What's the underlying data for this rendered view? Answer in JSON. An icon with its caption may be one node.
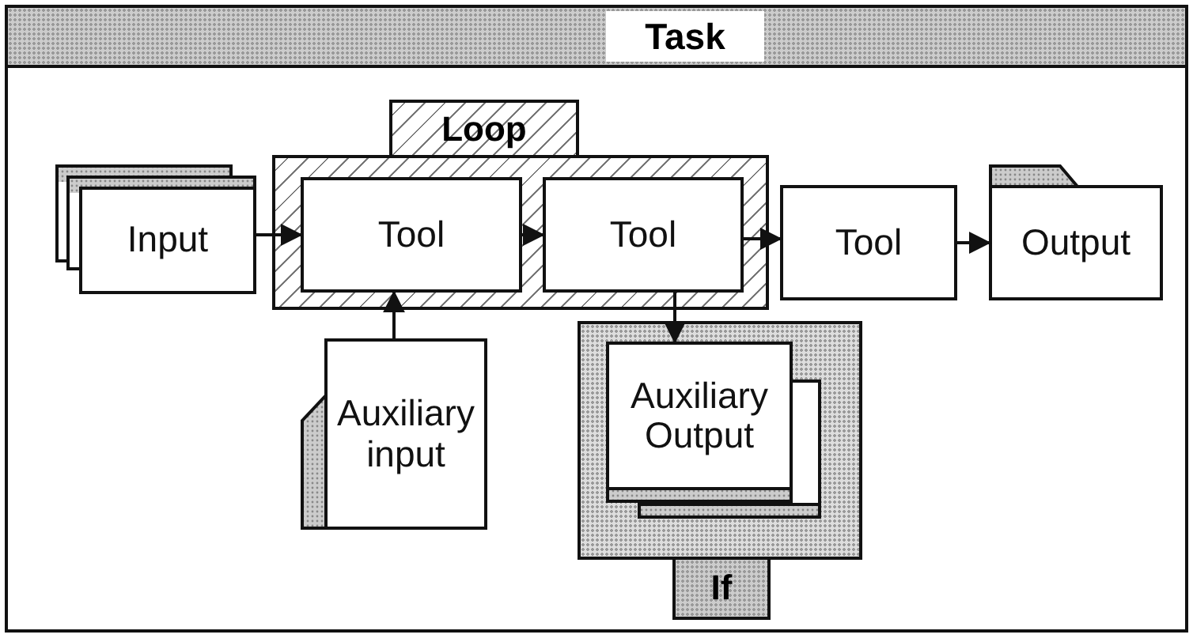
{
  "diagram": {
    "nodes": [
      {
        "text": [
          "Task"
        ]
      },
      {
        "text": [
          "Loop"
        ],
        "in": 0
      },
      {
        "text": [
          "Input"
        ],
        "in": 0
      },
      {
        "text": [
          "Tool"
        ],
        "in": 1
      },
      {
        "text": [
          "Tool"
        ],
        "in": 1
      },
      {
        "text": [
          "Tool"
        ],
        "in": 0
      },
      {
        "text": [
          "Output"
        ],
        "in": 0
      },
      {
        "text": [
          "Auxiliary input"
        ],
        "in": 0
      },
      {
        "text": [
          "If"
        ],
        "in": 0
      },
      {
        "text": [
          "Auxiliary Output"
        ],
        "in": 8
      }
    ],
    "edges": [
      {
        "from": 2,
        "to": 3,
        "arrow": "to"
      },
      {
        "from": 3,
        "to": 4,
        "arrow": "to"
      },
      {
        "from": 4,
        "to": 5,
        "arrow": "to"
      },
      {
        "from": 5,
        "to": 6,
        "arrow": "to"
      },
      {
        "from": 7,
        "to": 3,
        "arrow": "to"
      },
      {
        "from": 4,
        "to": 9,
        "arrow": "to"
      }
    ]
  }
}
